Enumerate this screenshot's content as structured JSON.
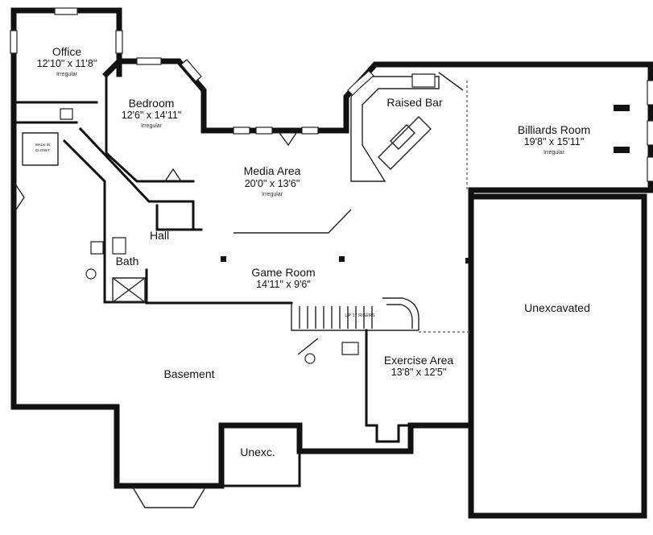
{
  "rooms": {
    "office": {
      "name": "Office",
      "dims": "12'10\" x 11'8\"",
      "note": "Irregular"
    },
    "bedroom": {
      "name": "Bedroom",
      "dims": "12'6\" x 14'11\"",
      "note": "Irregular"
    },
    "raised_bar": {
      "name": "Raised Bar"
    },
    "billiards": {
      "name": "Billiards Room",
      "dims": "19'8\" x 15'11\"",
      "note": "Irregular"
    },
    "media": {
      "name": "Media Area",
      "dims": "20'0\" x 13'6\"",
      "note": "Irregular"
    },
    "hall": {
      "name": "Hall"
    },
    "bath": {
      "name": "Bath"
    },
    "game": {
      "name": "Game Room",
      "dims": "14'11\" x 9'6\""
    },
    "unexcavated": {
      "name": "Unexcavated"
    },
    "exercise": {
      "name": "Exercise Area",
      "dims": "13'8\" x 12'5\""
    },
    "basement": {
      "name": "Basement"
    },
    "unexc": {
      "name": "Unexc."
    },
    "closet": {
      "line1": "WALK-IN",
      "line2": "CLOSET"
    },
    "stairs": {
      "label": "UP 17 RISERS"
    }
  }
}
